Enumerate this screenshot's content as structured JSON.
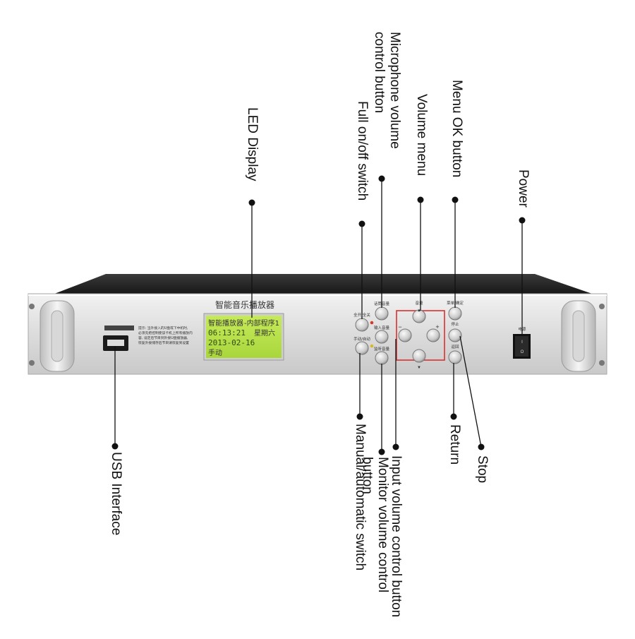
{
  "device": {
    "title": "智能音乐播放器",
    "usb_note": "提示: 当外接入的U盘或下中机时, 必须先把控制使该卡机上所有播放内容, 设定后节目到外接U盘播放器, 恢复外接储存后节目请恢复到设置",
    "lcd": {
      "line1_left": "智能播放器",
      "line1_right": "-内部程序1",
      "time": "06:13:21",
      "weekday": "星期六",
      "date": "2013-02-16",
      "mode": "手动"
    },
    "button_labels": {
      "full_switch": "全开/全关",
      "mic": "话筒音量",
      "input": "输入音量",
      "manual_auto": "手动/自动",
      "monitor": "监听音量",
      "volume": "音量",
      "menu_ok": "菜单/确定",
      "stop": "停止",
      "return": "返回",
      "power": "电源"
    },
    "nav_symbols": {
      "minus": "−",
      "plus": "+",
      "up": "▲",
      "down": "▼"
    },
    "power_symbols": {
      "on": "I",
      "off": "O"
    }
  },
  "callouts": {
    "led_display": "LED Display",
    "microphone_line1": "Microphone volume",
    "microphone_line2": "control button",
    "full_switch": "Full on/off switch",
    "volume_menu": "Volume menu",
    "menu_ok": "Menu OK button",
    "power": "Power",
    "usb": "USB Interface",
    "manual_auto": "Manual/automatic switch",
    "monitor_line1": "Monitor volume control",
    "monitor_line2": "button",
    "input_volume": "Input volume control button",
    "return": "Return",
    "stop": "Stop"
  },
  "colors": {
    "lcd_green": "#b7e04a",
    "panel_silver": "#dcdcdc",
    "chassis_top": "#1f1f1f",
    "highlight_box": "#d93030"
  }
}
